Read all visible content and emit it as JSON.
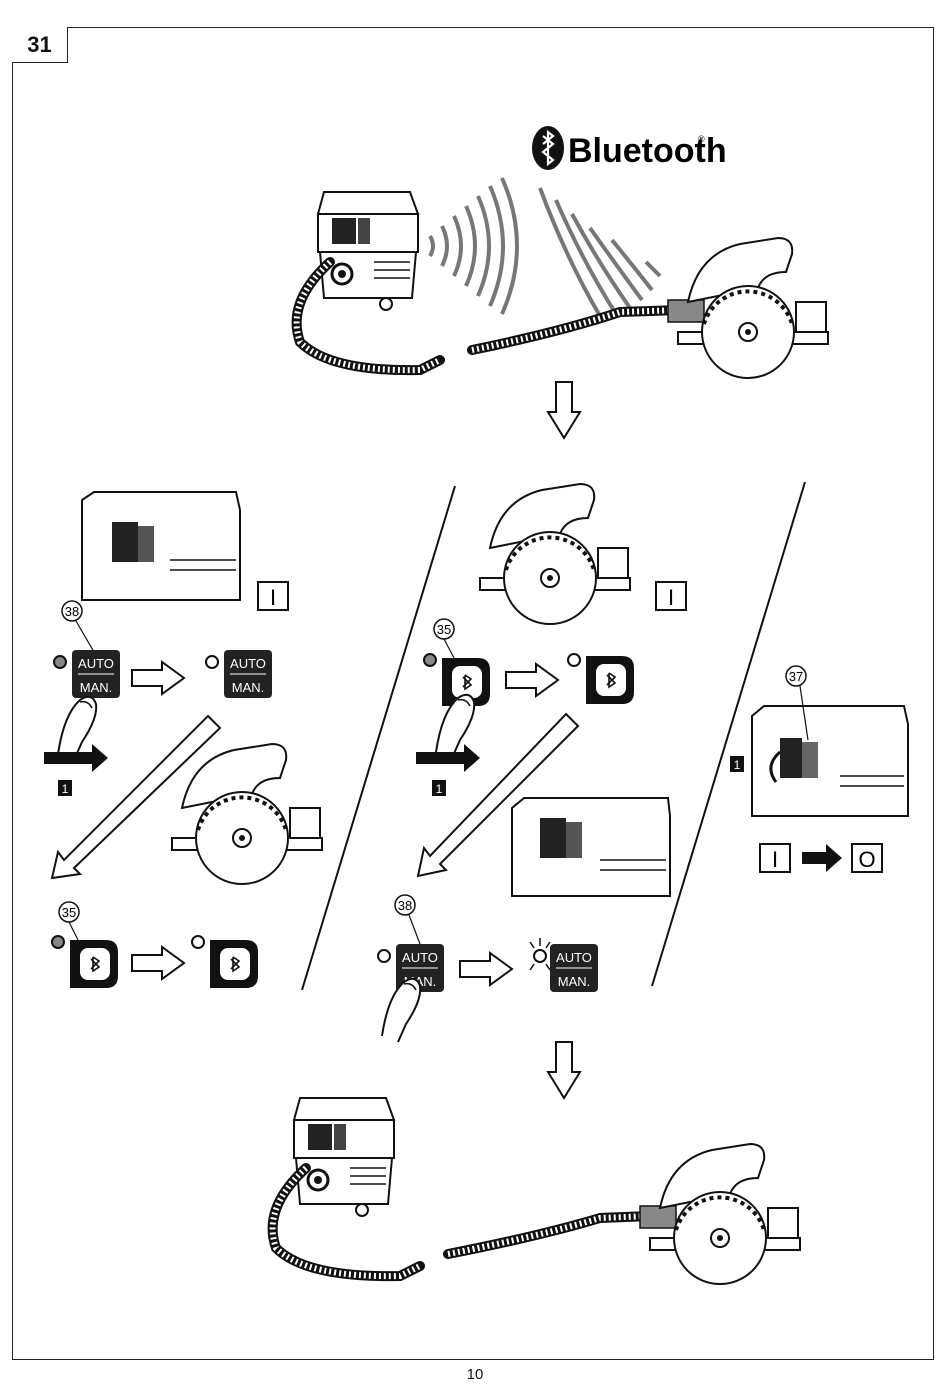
{
  "figure_number": "31",
  "bluetooth_wordmark": "Bluetooth",
  "registered_mark": "®",
  "callouts": {
    "c35": "35",
    "c37": "37",
    "c38": "38"
  },
  "buttons": {
    "auto": "AUTO",
    "man": "MAN."
  },
  "step_badge": "1",
  "switch_on": "I",
  "switch_off": "O",
  "page_number": "10"
}
